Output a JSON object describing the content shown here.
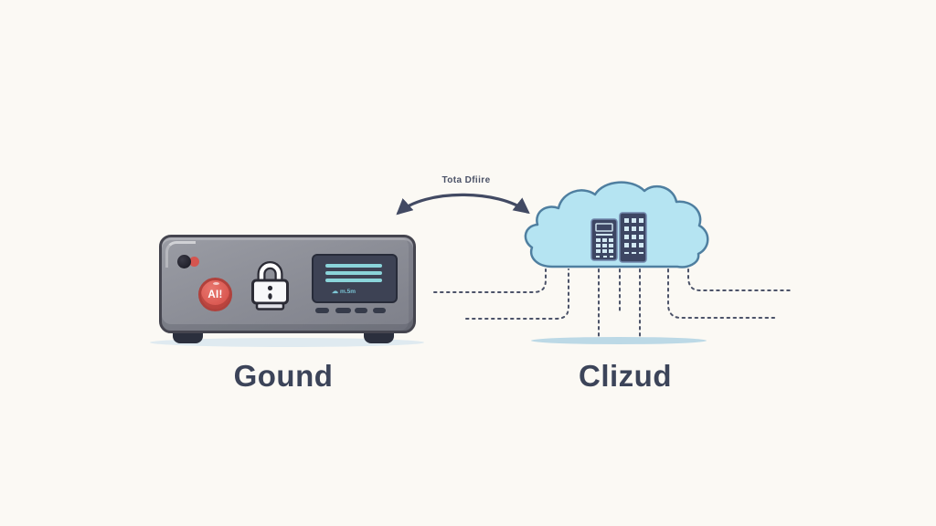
{
  "connection": {
    "label": "Tota Dfiire"
  },
  "ground": {
    "label": "Gound",
    "device": {
      "button_label": "AI!",
      "screen_caption": "m.5m"
    }
  },
  "cloud": {
    "label": "Clizud"
  },
  "icons": {
    "mini_cloud": "☁"
  },
  "colors": {
    "background": "#faf8f3",
    "device_body": "#8e9098",
    "device_outline": "#45454f",
    "button_red": "#df625b",
    "screen_navy": "#3d4254",
    "screen_teal": "#8ad4da",
    "cloud_fill": "#b5e4f2",
    "cloud_outline": "#4f7fa0",
    "server_navy": "#3d4663",
    "server_cells": "#d3e9f3",
    "dash_navy": "#4b5268",
    "arrow_navy": "#424a63",
    "label_navy": "#3c4459",
    "shadow_blue": "#dfeaf0"
  }
}
